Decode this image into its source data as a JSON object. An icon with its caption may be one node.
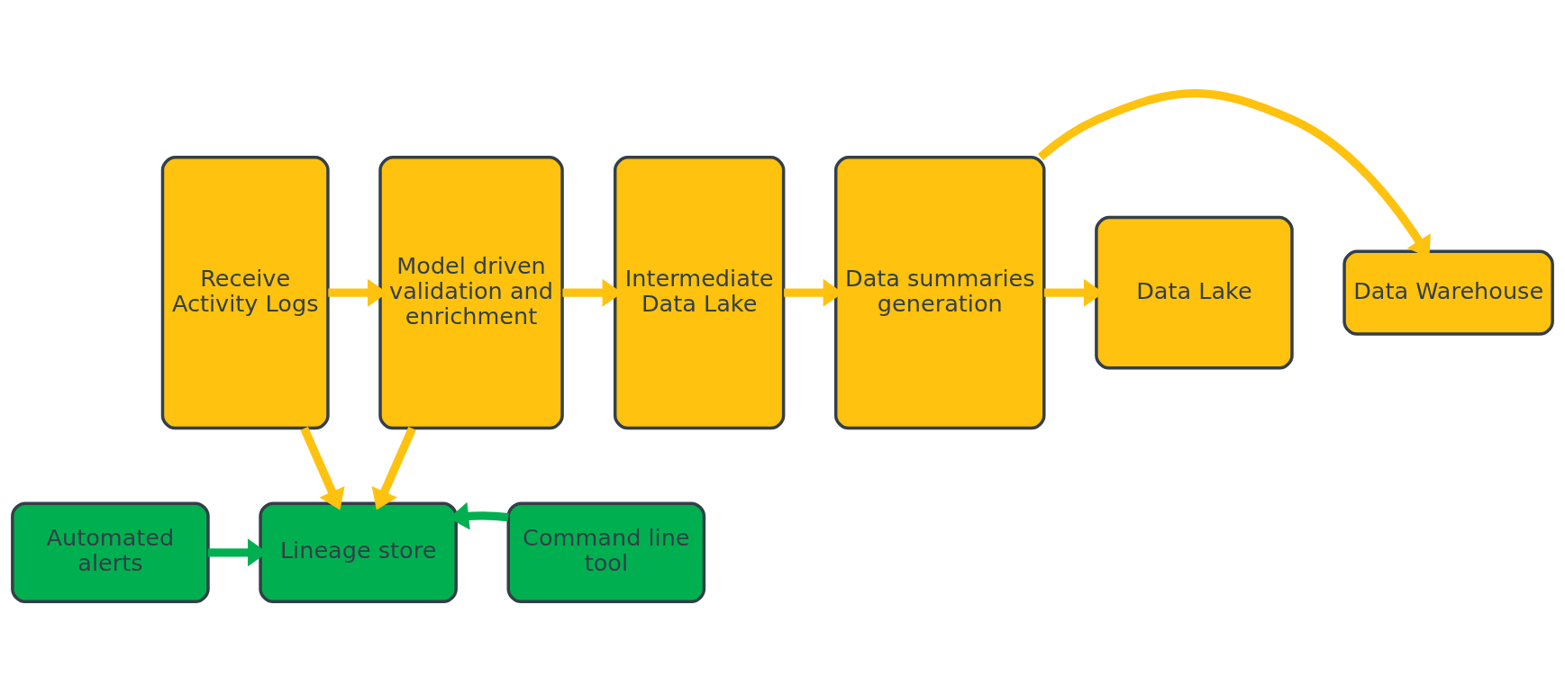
{
  "diagram": {
    "nodes": [
      {
        "text": [
          "Receive Activity Logs"
        ]
      },
      {
        "text": [
          "Model driven validation and enrichment"
        ]
      },
      {
        "text": [
          "Intermediate Data Lake"
        ]
      },
      {
        "text": [
          "Data summaries generation"
        ]
      },
      {
        "text": [
          "Data Lake"
        ]
      },
      {
        "text": [
          "Data Warehouse"
        ]
      },
      {
        "text": [
          "Command line tool"
        ]
      },
      {
        "text": [
          "Lineage store"
        ]
      },
      {
        "text": [
          "Automated alerts"
        ]
      }
    ],
    "edges": [
      {
        "from": 0,
        "to": 1,
        "arrow": "to"
      },
      {
        "from": 1,
        "to": 2,
        "arrow": "to"
      },
      {
        "from": 2,
        "to": 3,
        "arrow": "to"
      },
      {
        "from": 3,
        "to": 4,
        "arrow": "to"
      },
      {
        "from": 3,
        "to": 5,
        "arrow": "to"
      },
      {
        "from": 0,
        "to": 7,
        "arrow": "to"
      },
      {
        "from": 1,
        "to": 7,
        "arrow": "to"
      },
      {
        "from": 6,
        "to": 7,
        "arrow": "to",
        "color": "#00b050"
      },
      {
        "from": 8,
        "to": 7,
        "arrow": "to",
        "color": "#00b050"
      }
    ]
  }
}
